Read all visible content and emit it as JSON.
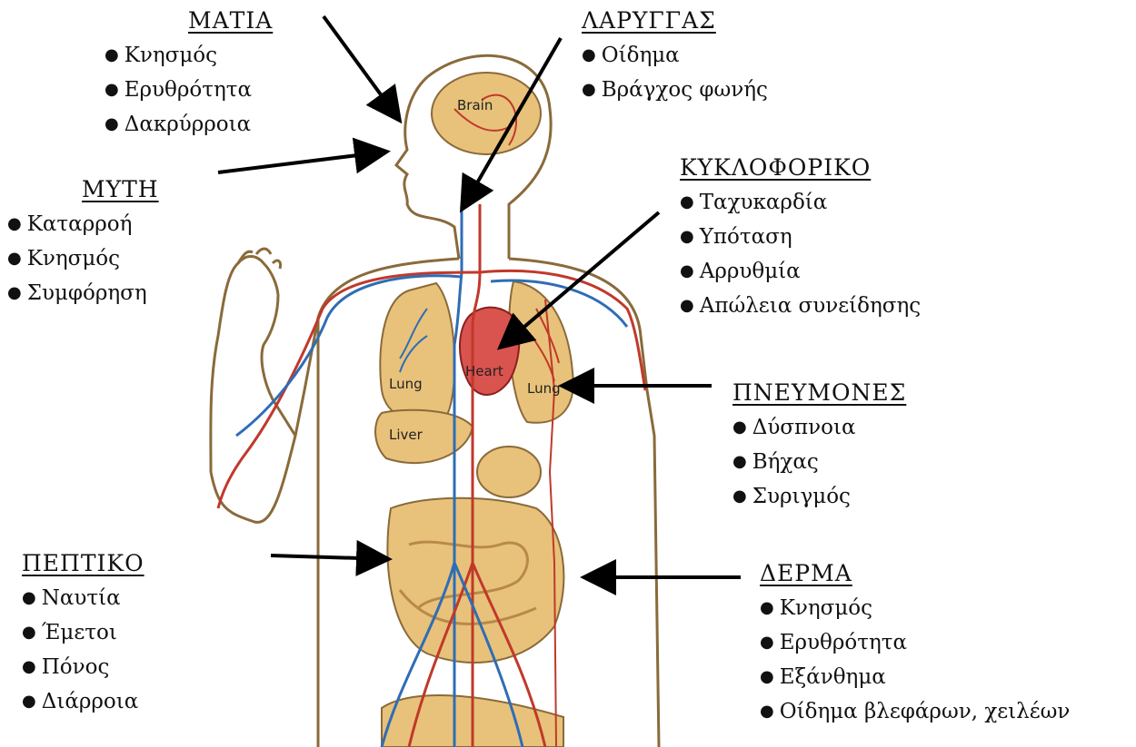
{
  "organs": {
    "brain": "Brain",
    "lung_left": "Lung",
    "lung_right": "Lung",
    "heart": "Heart",
    "liver": "Liver"
  },
  "groups": [
    {
      "id": "matia",
      "title": "ΜΑΤΙΑ",
      "items": [
        "Κνησμός",
        "Ερυθρότητα",
        "Δακρύρροια"
      ]
    },
    {
      "id": "mythi",
      "title": "ΜΥΤΗ",
      "items": [
        "Καταρροή",
        "Κνησμός",
        "Συμφόρηση"
      ]
    },
    {
      "id": "peptiko",
      "title": "ΠΕΠΤΙΚΟ",
      "items": [
        "Ναυτία",
        "Έμετοι",
        "Πόνος",
        "Διάρροια"
      ]
    },
    {
      "id": "larygas",
      "title": "ΛΑΡΥΓΓΑΣ",
      "items": [
        "Οίδημα",
        "Βράγχος φωνής"
      ]
    },
    {
      "id": "kykloforiko",
      "title": "ΚΥΚΛΟΦΟΡΙΚΟ",
      "items": [
        "Ταχυκαρδία",
        "Υπόταση",
        "Αρρυθμία",
        "Απώλεια συνείδησης"
      ]
    },
    {
      "id": "pneymones",
      "title": "ΠΝΕΥΜΟΝΕΣ",
      "items": [
        "Δύσπνοια",
        "Βήχας",
        "Συριγμός"
      ]
    },
    {
      "id": "derma",
      "title": "ΔΕΡΜΑ",
      "items": [
        "Κνησμός",
        "Ερυθρότητα",
        "Εξάνθημα",
        "Οίδημα βλεφάρων, χειλέων"
      ]
    }
  ],
  "colors": {
    "artery": "#c0392b",
    "vein": "#2f6db5",
    "organ": "#e8c27a",
    "outline": "#8a6a3a",
    "heart": "#d9534f"
  }
}
